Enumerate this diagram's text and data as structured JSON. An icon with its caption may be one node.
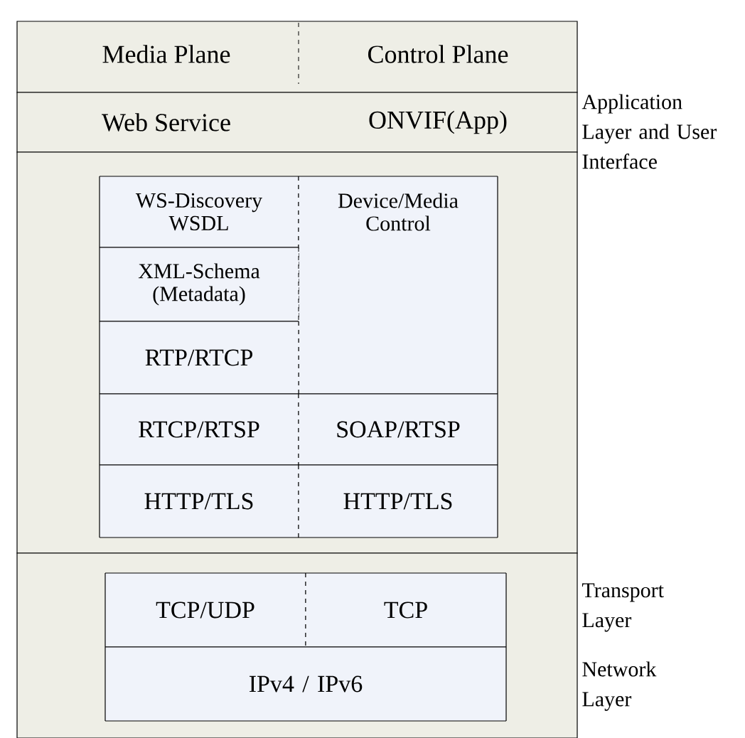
{
  "diagram": {
    "nodes": [
      {
        "text": [
          "Media Plane",
          "Control Plane"
        ]
      },
      {
        "text": [
          "Web Service",
          "ONVIF(App)"
        ]
      },
      {
        "text": [],
        "shape": "box"
      },
      {
        "text": [
          "WS-Discovery WSDL"
        ],
        "in": 2
      },
      {
        "text": [
          "Device/Media Control"
        ],
        "in": 2
      },
      {
        "text": [
          "XML-Schema (Metadata)"
        ],
        "in": 2
      },
      {
        "text": [
          "RTP/RTCP"
        ],
        "in": 2
      },
      {
        "text": [
          "RTCP/RTSP"
        ],
        "in": 2
      },
      {
        "text": [
          "SOAP/RTSP"
        ],
        "in": 2
      },
      {
        "text": [
          "HTTP/TLS"
        ],
        "in": 2
      },
      {
        "text": [
          "HTTP/TLS"
        ],
        "in": 2
      },
      {
        "text": [],
        "shape": "box"
      },
      {
        "text": [
          "TCP/UDP"
        ],
        "in": 11
      },
      {
        "text": [
          "TCP"
        ],
        "in": 11
      },
      {
        "text": [
          "IPv4 / IPv6"
        ],
        "in": 11
      }
    ],
    "labels": [
      "Application Layer and User Interface",
      "Transport Layer",
      "Network Layer"
    ]
  }
}
